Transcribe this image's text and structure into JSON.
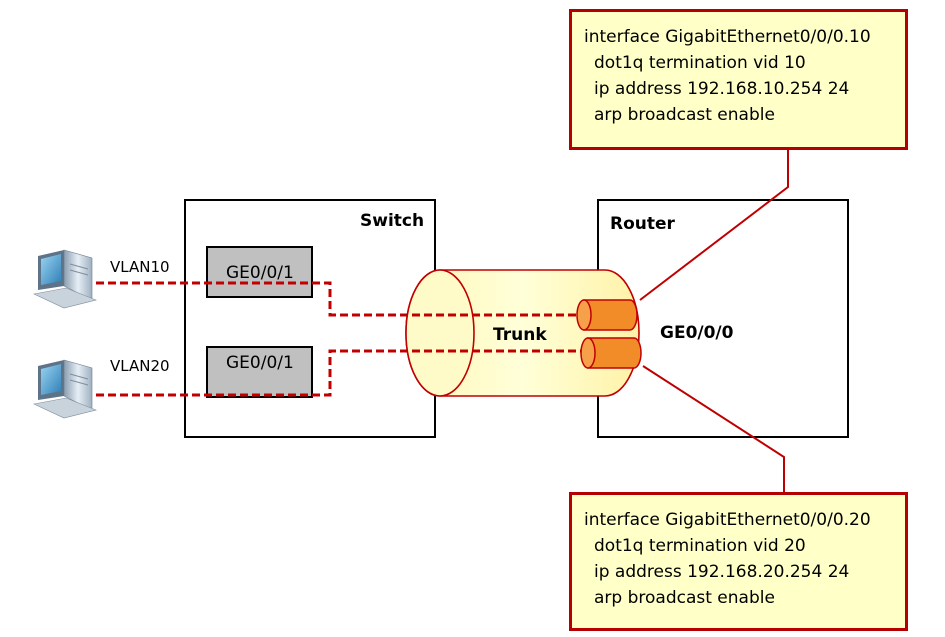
{
  "switch": {
    "label": "Switch"
  },
  "router": {
    "label": "Router",
    "interface_label": "GE0/0/0"
  },
  "ports": [
    {
      "label": "GE0/0/1",
      "vlan": "VLAN10"
    },
    {
      "label": "GE0/0/1",
      "vlan": "VLAN20"
    }
  ],
  "trunk": {
    "label": "Trunk"
  },
  "config_top": {
    "line1": "interface GigabitEthernet0/0/0.10",
    "line2": "dot1q termination vid 10",
    "line3": "ip address 192.168.10.254 24",
    "line4": "arp broadcast enable"
  },
  "config_bottom": {
    "line1": "interface GigabitEthernet0/0/0.20",
    "line2": "dot1q termination vid 20",
    "line3": "ip address 192.168.20.254 24",
    "line4": "arp broadcast enable"
  },
  "colors": {
    "link": "#c00000",
    "trunk_fill": "#ffffc0",
    "subinterface_fill": "#f28c28",
    "config_border": "#b40000",
    "config_fill": "#ffffc8",
    "port_fill": "#c0c0c0"
  }
}
